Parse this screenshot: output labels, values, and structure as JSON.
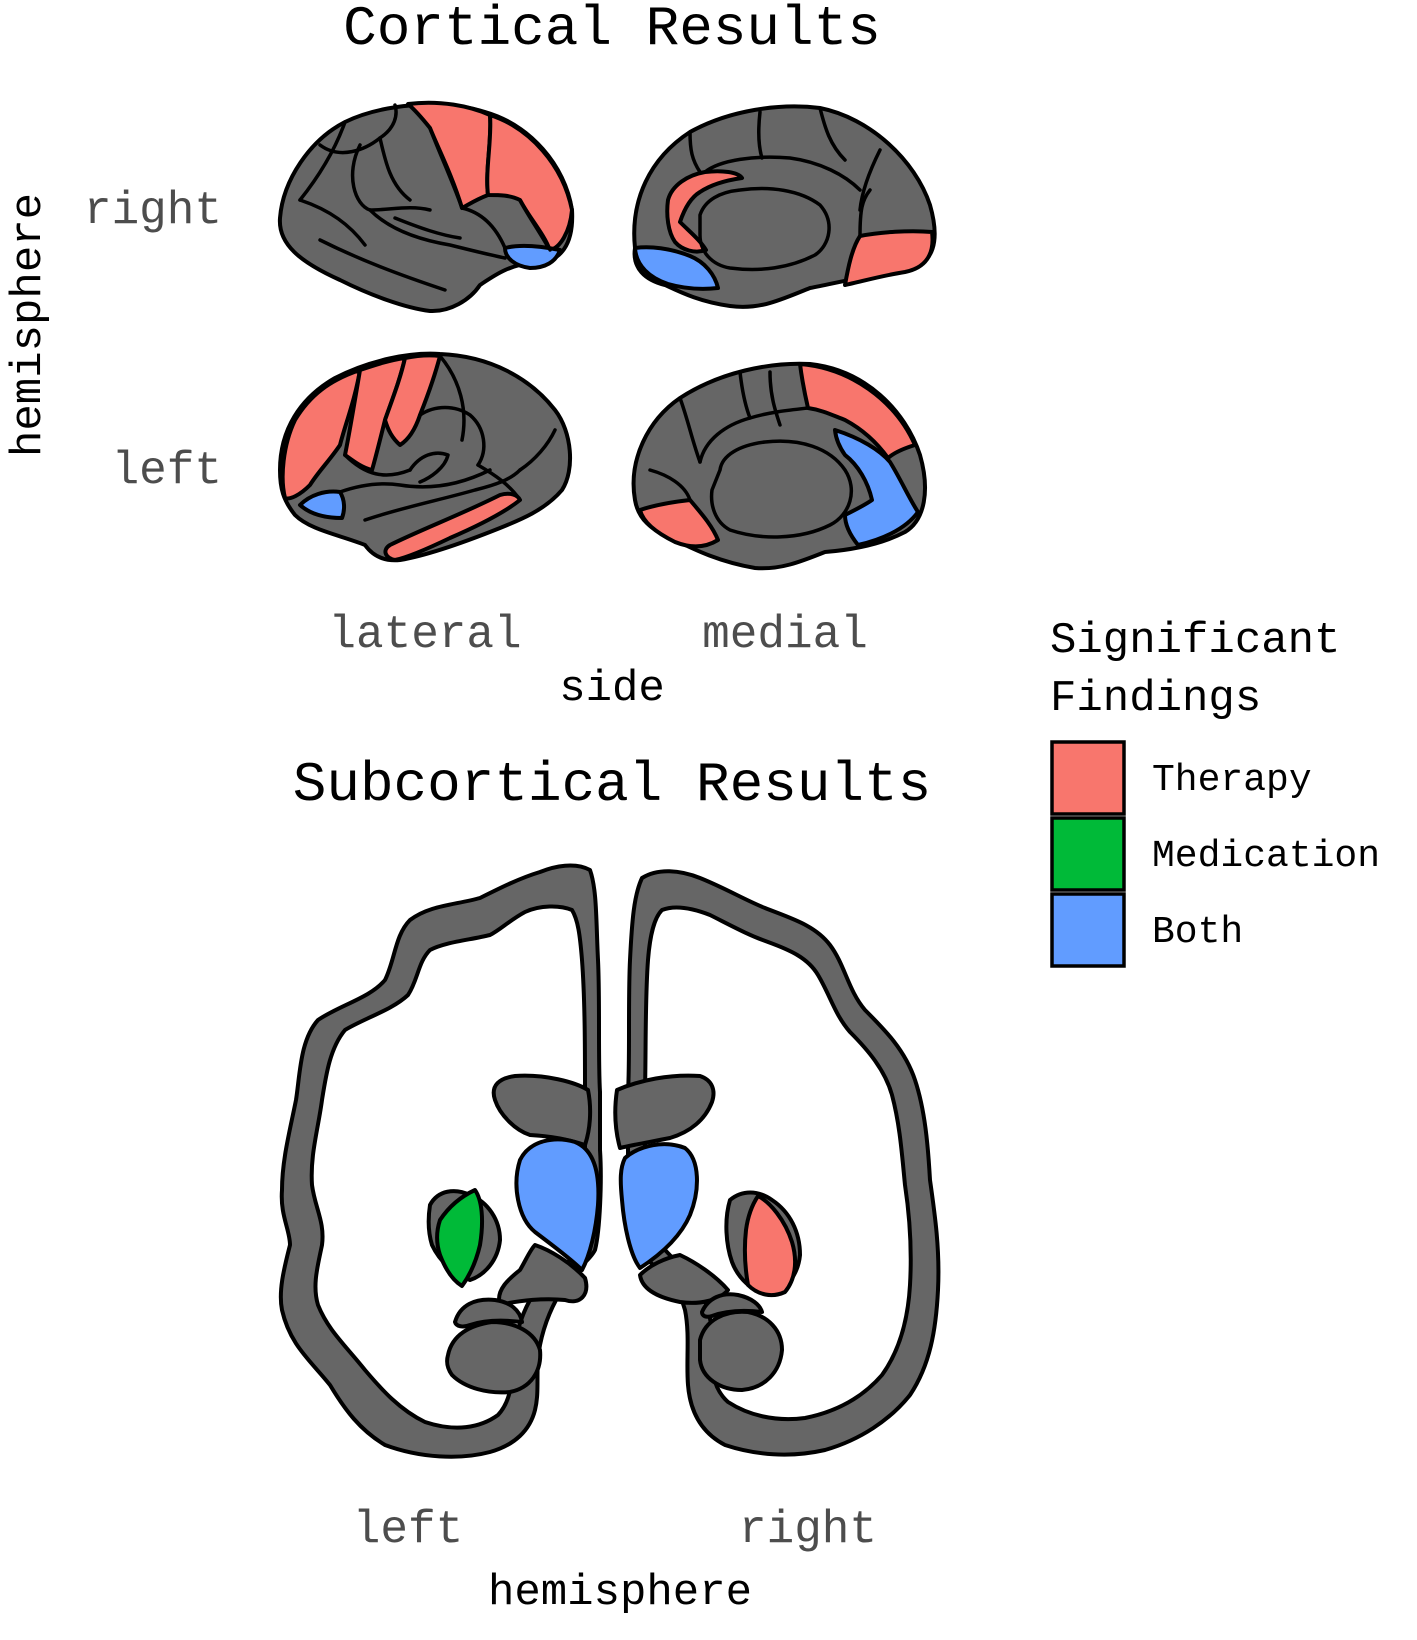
{
  "cortical": {
    "title": "Cortical Results",
    "y_axis_label": "hemisphere",
    "rows": [
      "right",
      "left"
    ],
    "x_axis_label": "side",
    "columns": [
      "lateral",
      "medial"
    ]
  },
  "subcortical": {
    "title": "Subcortical Results",
    "x_axis_label": "hemisphere",
    "columns": [
      "left",
      "right"
    ]
  },
  "legend": {
    "title_line1": "Significant",
    "title_line2": "Findings",
    "items": [
      {
        "label": "Therapy",
        "color": "#f8766d"
      },
      {
        "label": "Medication",
        "color": "#00ba38"
      },
      {
        "label": "Both",
        "color": "#619cff"
      }
    ]
  },
  "colors": {
    "region_default": "#666666",
    "therapy": "#f8766d",
    "medication": "#00ba38",
    "both": "#619cff"
  }
}
